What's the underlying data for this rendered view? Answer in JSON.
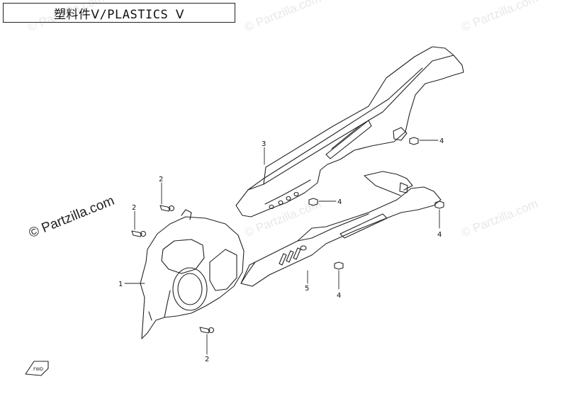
{
  "title": "塑料件Ⅴ/PLASTICS Ⅴ",
  "watermarks": {
    "main": "© Partzilla.com",
    "faded": [
      "© Partzilla.com",
      "© Partzilla.com",
      "© Partzilla.com",
      "© Partzilla.com",
      "© Partzilla.com"
    ]
  },
  "callouts": {
    "c1": "1",
    "c2a": "2",
    "c2b": "2",
    "c2c": "2",
    "c3": "3",
    "c4a": "4",
    "c4b": "4",
    "c4c": "4",
    "c4d": "4",
    "c5": "5"
  },
  "direction_tag": "FWD",
  "colors": {
    "line": "#222222",
    "watermark": "#9a9a9a"
  }
}
